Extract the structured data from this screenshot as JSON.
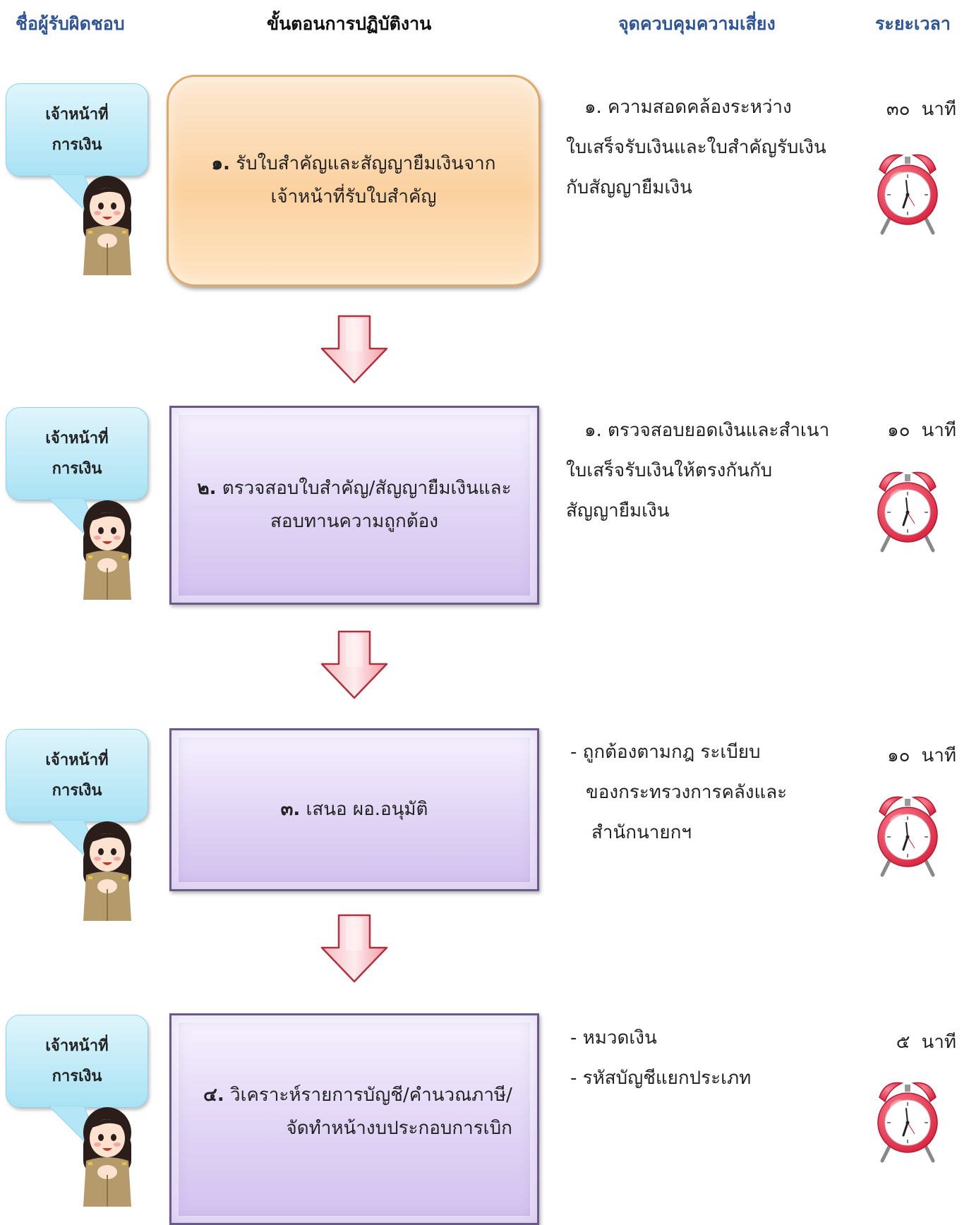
{
  "headers": {
    "responsible": "ชื่อผู้รับผิดชอบ",
    "procedure": "ขั้นตอนการปฏิบัติงาน",
    "risk_control": "จุดควบคุมความเสี่ยง",
    "duration": "ระยะเวลา"
  },
  "steps": [
    {
      "role_line1": "เจ้าหน้าที่",
      "role_line2": "การเงิน",
      "number": "๑.",
      "text_line1": "รับใบสำคัญและสัญญายืมเงินจาก",
      "text_line2": "เจ้าหน้าที่รับใบสำคัญ",
      "risk_lines": [
        "๑. ความสอดคล้องระหว่าง",
        "ใบเสร็จรับเงินและใบสำคัญรับเงิน",
        "กับสัญญายืมเงิน"
      ],
      "time_value": "๓๐",
      "time_unit": "นาที"
    },
    {
      "role_line1": "เจ้าหน้าที่",
      "role_line2": "การเงิน",
      "number": "๒.",
      "text_line1": "ตรวจสอบใบสำคัญ/สัญญายืมเงินและ",
      "text_line2": "สอบทานความถูกต้อง",
      "risk_lines": [
        "๑. ตรวจสอบยอดเงินและสำเนา",
        "ใบเสร็จรับเงินให้ตรงกันกับ",
        "สัญญายืมเงิน"
      ],
      "time_value": "๑๐",
      "time_unit": "นาที"
    },
    {
      "role_line1": "เจ้าหน้าที่",
      "role_line2": "การเงิน",
      "number": "๓.",
      "text_line1": "เสนอ ผอ.อนุมัติ",
      "text_line2": "",
      "risk_lines": [
        "- ถูกต้องตามกฎ ระเบียบ",
        "ของกระทรวงการคลังและ",
        "สำนักนายกฯ"
      ],
      "time_value": "๑๐",
      "time_unit": "นาที"
    },
    {
      "role_line1": "เจ้าหน้าที่",
      "role_line2": "การเงิน",
      "number": "๔.",
      "text_line1": "วิเคราะห์รายการบัญชี/คำนวณภาษี/",
      "text_line2": "จัดทำหน้างบประกอบการเบิก",
      "risk_lines": [
        "- หมวดเงิน",
        "- รหัสบัญชีแยกประเภท"
      ],
      "time_value": "๕",
      "time_unit": "นาที"
    }
  ]
}
